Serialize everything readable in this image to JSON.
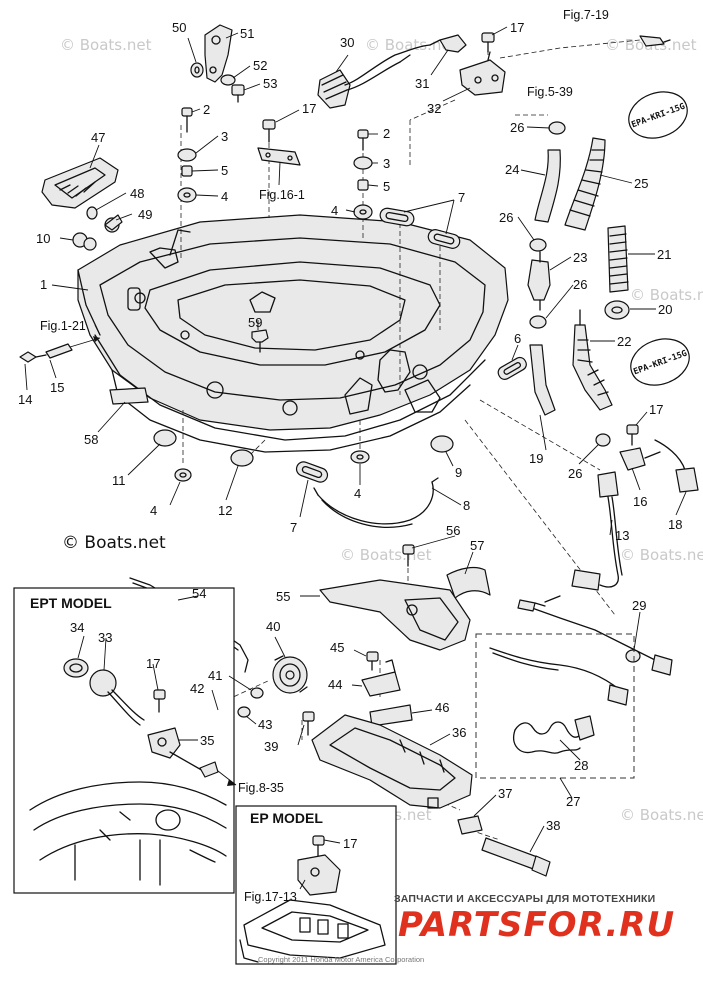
{
  "watermark": {
    "small": "© Boats.net",
    "large": "© Boats.net"
  },
  "callouts": {
    "c1": "1",
    "c2a": "2",
    "c2b": "2",
    "c3a": "3",
    "c3b": "3",
    "c4a": "4",
    "c4b": "4",
    "c4c": "4",
    "c4d": "4",
    "c5a": "5",
    "c5b": "5",
    "c6": "6",
    "c7a": "7",
    "c7b": "7",
    "c8": "8",
    "c9": "9",
    "c10": "10",
    "c11": "11",
    "c12": "12",
    "c13": "13",
    "c14": "14",
    "c15": "15",
    "c16": "16",
    "c17a": "17",
    "c17b": "17",
    "c17c": "17",
    "c17d": "17",
    "c17e": "17",
    "c18": "18",
    "c19": "19",
    "c20": "20",
    "c21": "21",
    "c22": "22",
    "c23": "23",
    "c24": "24",
    "c25": "25",
    "c26a": "26",
    "c26b": "26",
    "c26c": "26",
    "c26d": "26",
    "c27": "27",
    "c28": "28",
    "c29": "29",
    "c30": "30",
    "c31": "31",
    "c32": "32",
    "c33": "33",
    "c34": "34",
    "c35": "35",
    "c36": "36",
    "c37": "37",
    "c38": "38",
    "c39": "39",
    "c40": "40",
    "c41": "41",
    "c42": "42",
    "c43": "43",
    "c44": "44",
    "c45": "45",
    "c46": "46",
    "c47": "47",
    "c48": "48",
    "c49": "49",
    "c50": "50",
    "c51": "51",
    "c52": "52",
    "c53": "53",
    "c54": "54",
    "c55": "55",
    "c56": "56",
    "c57": "57",
    "c58": "58",
    "c59": "59"
  },
  "figure_refs": {
    "fig_7_19": "Fig.7-19",
    "fig_5_39": "Fig.5-39",
    "fig_16_1": "Fig.16-1",
    "fig_1_21": "Fig.1-21",
    "fig_8_35": "Fig.8-35",
    "fig_17_13": "Fig.17-13"
  },
  "stamps": {
    "top": "EPA-KRI-15G",
    "mid": "EPA-KRI-15G"
  },
  "boxes": {
    "ept_title": "EPT MODEL",
    "ep_title": "EP MODEL"
  },
  "branding": {
    "tagline": "ЗАПЧАСТИ И АКСЕССУАРЫ ДЛЯ МОТОТЕХНИКИ",
    "logo": "PARTSFOR.RU",
    "copyright": "Copyright 2011 Honda Motor America Corporation"
  },
  "colors": {
    "line": "#111111",
    "logo_red": "#e0301e",
    "watermark_grey": "#c9c9c9"
  }
}
